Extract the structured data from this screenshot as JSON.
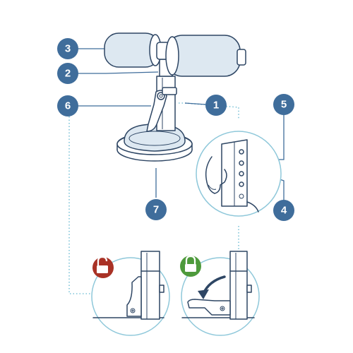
{
  "callouts": [
    {
      "id": "callout-1",
      "label": "1"
    },
    {
      "id": "callout-2",
      "label": "2"
    },
    {
      "id": "callout-3",
      "label": "3"
    },
    {
      "id": "callout-4",
      "label": "4"
    },
    {
      "id": "callout-5",
      "label": "5"
    },
    {
      "id": "callout-6",
      "label": "6"
    },
    {
      "id": "callout-7",
      "label": "7"
    }
  ],
  "icons": {
    "unlocked": {
      "name": "unlocked-padlock-icon",
      "color": "#a93226"
    },
    "locked": {
      "name": "locked-padlock-icon",
      "color": "#4e9a3c"
    },
    "arrow": {
      "name": "curved-arrow-icon"
    }
  },
  "colors": {
    "callout": "#3f6d9b",
    "line": "#2e4664",
    "shade": "#dde8f1",
    "dotted_guide": "#7ec4d8",
    "circle_border": "#8fc8da"
  }
}
